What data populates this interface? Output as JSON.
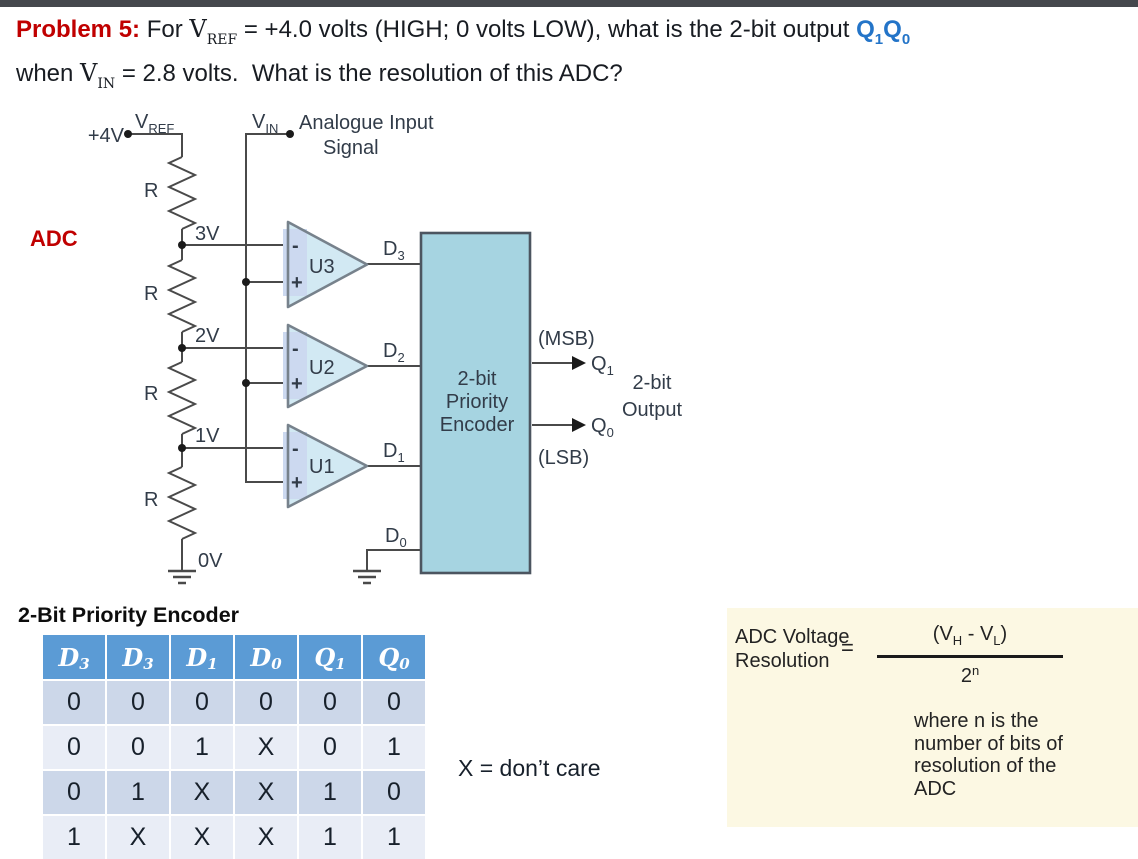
{
  "problem": {
    "label": "Problem 5:",
    "t1": " For ",
    "vref_base": "V",
    "vref_sub": "REF",
    "t2": " = +4.0 volts (HIGH; 0 volts LOW), what is the 2-bit output ",
    "q1_base": "Q",
    "q1_sub": "1",
    "q0_base": "Q",
    "q0_sub": "0",
    "t3": "when ",
    "vin_base": "V",
    "vin_sub": "IN",
    "t4": " = 2.8 volts.  What is the resolution of this ADC?"
  },
  "adc_label": "ADC",
  "circuit": {
    "supply": "+4V",
    "vref": {
      "base": "V",
      "sub": "REF"
    },
    "vin": {
      "base": "V",
      "sub": "IN"
    },
    "vin_desc1": "Analogue Input",
    "vin_desc2": "Signal",
    "r_labels": [
      "R",
      "R",
      "R",
      "R"
    ],
    "taps": [
      "3V",
      "2V",
      "1V",
      "0V"
    ],
    "comparators": [
      "U3",
      "U2",
      "U1"
    ],
    "minus": "-",
    "plus": "+",
    "d_labels": [
      {
        "base": "D",
        "sub": "3"
      },
      {
        "base": "D",
        "sub": "2"
      },
      {
        "base": "D",
        "sub": "1"
      },
      {
        "base": "D",
        "sub": "0"
      }
    ],
    "encoder_lines": [
      "2-bit",
      "Priority",
      "Encoder"
    ],
    "msb": "(MSB)",
    "lsb": "(LSB)",
    "q1": {
      "base": "Q",
      "sub": "1"
    },
    "q0": {
      "base": "Q",
      "sub": "0"
    },
    "output_label1": "2-bit",
    "output_label2": "Output"
  },
  "table": {
    "title": "2-Bit Priority Encoder",
    "headers": [
      {
        "base": "D",
        "sub": "3"
      },
      {
        "base": "D",
        "sub": "3"
      },
      {
        "base": "D",
        "sub": "1"
      },
      {
        "base": "D",
        "sub": "0"
      },
      {
        "base": "Q",
        "sub": "1"
      },
      {
        "base": "Q",
        "sub": "0"
      }
    ],
    "rows": [
      [
        "0",
        "0",
        "0",
        "0",
        "0",
        "0"
      ],
      [
        "0",
        "0",
        "1",
        "X",
        "0",
        "1"
      ],
      [
        "0",
        "1",
        "X",
        "X",
        "1",
        "0"
      ],
      [
        "1",
        "X",
        "X",
        "X",
        "1",
        "1"
      ]
    ]
  },
  "dont_care": "X = don’t care",
  "formula": {
    "lhs1": "ADC Voltage",
    "lhs2": "Resolution",
    "equals": "=",
    "num_open": "(V",
    "num_h": "H",
    "num_mid": " - V",
    "num_l": "L",
    "num_close": ")",
    "den_base": "2",
    "den_exp": "n",
    "note": "where n is the number of bits of resolution of the ADC"
  },
  "colors": {
    "topbar": "#45484d",
    "accent_red": "#c00000",
    "accent_blue": "#2374c8",
    "signal_label_blue": "#4472c4",
    "opamp_fill": "#d2e9f3",
    "opamp_band": "#ccd9f0",
    "encoder_fill": "#a6d4e1",
    "table_header": "#5b9bd5",
    "table_band_dark": "#ccd7e9",
    "table_band_light": "#e9edf6",
    "formula_bg": "#fcf8e3"
  }
}
